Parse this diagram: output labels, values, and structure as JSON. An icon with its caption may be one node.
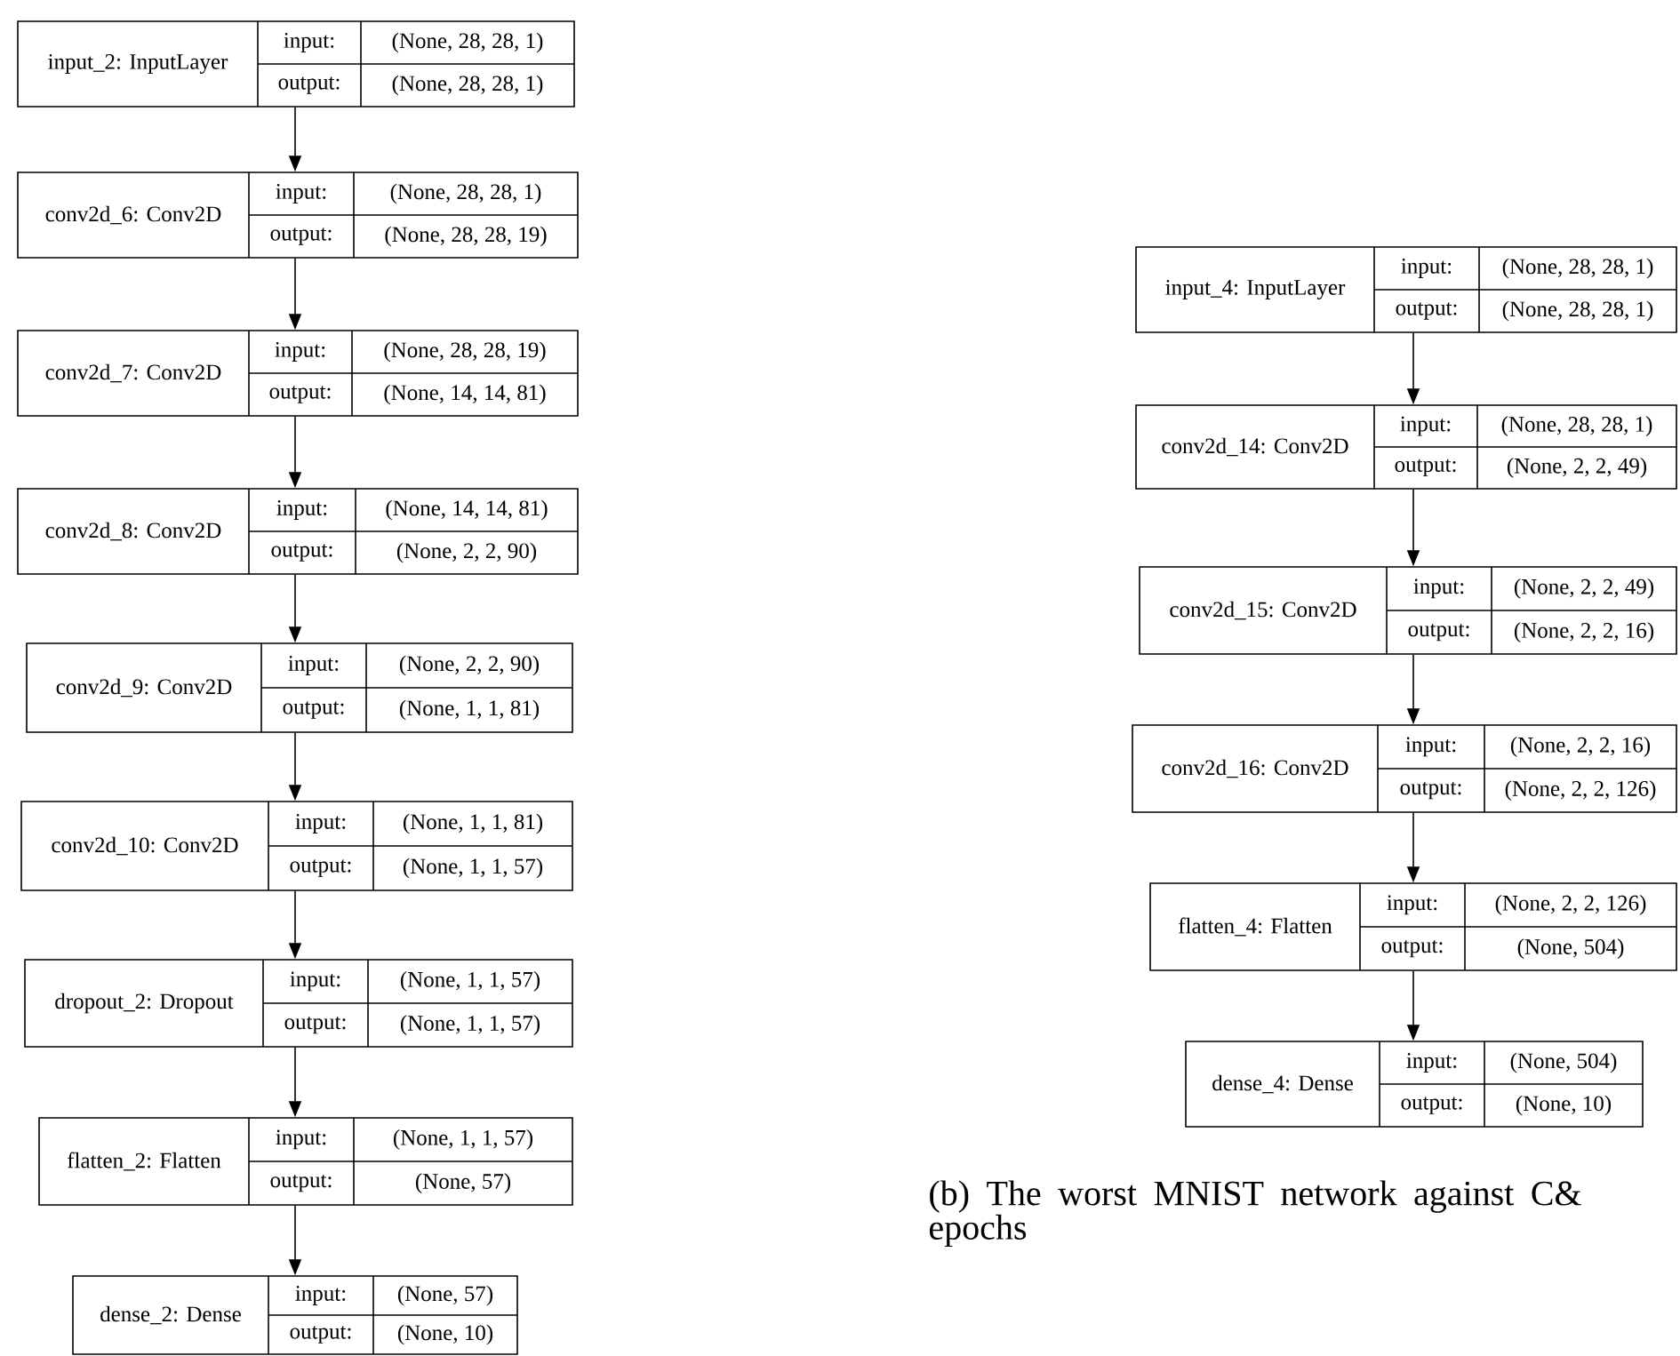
{
  "diagram": {
    "caption": "(b) The worst MNIST network against C& epochs",
    "nodes": [
      {
        "text": [
          "input_2: InputLayer",
          "input:",
          "(None, 28, 28, 1)",
          "output:",
          "(None, 28, 28, 1)"
        ]
      },
      {
        "text": [
          "conv2d_6: Conv2D",
          "input:",
          "(None, 28, 28, 1)",
          "output:",
          "(None, 28, 28, 19)"
        ]
      },
      {
        "text": [
          "conv2d_7: Conv2D",
          "input:",
          "(None, 28, 28, 19)",
          "output:",
          "(None, 14, 14, 81)"
        ]
      },
      {
        "text": [
          "conv2d_8: Conv2D",
          "input:",
          "(None, 14, 14, 81)",
          "output:",
          "(None, 2, 2, 90)"
        ]
      },
      {
        "text": [
          "conv2d_9: Conv2D",
          "input:",
          "(None, 2, 2, 90)",
          "output:",
          "(None, 1, 1, 81)"
        ]
      },
      {
        "text": [
          "conv2d_10: Conv2D",
          "input:",
          "(None, 1, 1, 81)",
          "output:",
          "(None, 1, 1, 57)"
        ]
      },
      {
        "text": [
          "dropout_2: Dropout",
          "input:",
          "(None, 1, 1, 57)",
          "output:",
          "(None, 1, 1, 57)"
        ]
      },
      {
        "text": [
          "flatten_2: Flatten",
          "input:",
          "(None, 1, 1, 57)",
          "output:",
          "(None, 57)"
        ]
      },
      {
        "text": [
          "dense_2: Dense",
          "input:",
          "(None, 57)",
          "output:",
          "(None, 10)"
        ]
      },
      {
        "text": [
          "input_4: InputLayer",
          "input:",
          "(None, 28, 28, 1)",
          "output:",
          "(None, 28, 28, 1)"
        ]
      },
      {
        "text": [
          "conv2d_14: Conv2D",
          "input:",
          "(None, 28, 28, 1)",
          "output:",
          "(None, 2, 2, 49)"
        ]
      },
      {
        "text": [
          "conv2d_15: Conv2D",
          "input:",
          "(None, 2, 2, 49)",
          "output:",
          "(None, 2, 2, 16)"
        ]
      },
      {
        "text": [
          "conv2d_16: Conv2D",
          "input:",
          "(None, 2, 2, 16)",
          "output:",
          "(None, 2, 2, 126)"
        ]
      },
      {
        "text": [
          "flatten_4: Flatten",
          "input:",
          "(None, 2, 2, 126)",
          "output:",
          "(None, 504)"
        ]
      },
      {
        "text": [
          "dense_4: Dense",
          "input:",
          "(None, 504)",
          "output:",
          "(None, 10)"
        ]
      }
    ],
    "edges": [
      {
        "from": 0,
        "to": 1,
        "arrow": "to"
      },
      {
        "from": 1,
        "to": 2,
        "arrow": "to"
      },
      {
        "from": 2,
        "to": 3,
        "arrow": "to"
      },
      {
        "from": 3,
        "to": 4,
        "arrow": "to"
      },
      {
        "from": 4,
        "to": 5,
        "arrow": "to"
      },
      {
        "from": 5,
        "to": 6,
        "arrow": "to"
      },
      {
        "from": 6,
        "to": 7,
        "arrow": "to"
      },
      {
        "from": 7,
        "to": 8,
        "arrow": "to"
      },
      {
        "from": 9,
        "to": 10,
        "arrow": "to"
      },
      {
        "from": 10,
        "to": 11,
        "arrow": "to"
      },
      {
        "from": 11,
        "to": 12,
        "arrow": "to"
      },
      {
        "from": 12,
        "to": 13,
        "arrow": "to"
      },
      {
        "from": 13,
        "to": 14,
        "arrow": "to"
      }
    ]
  }
}
